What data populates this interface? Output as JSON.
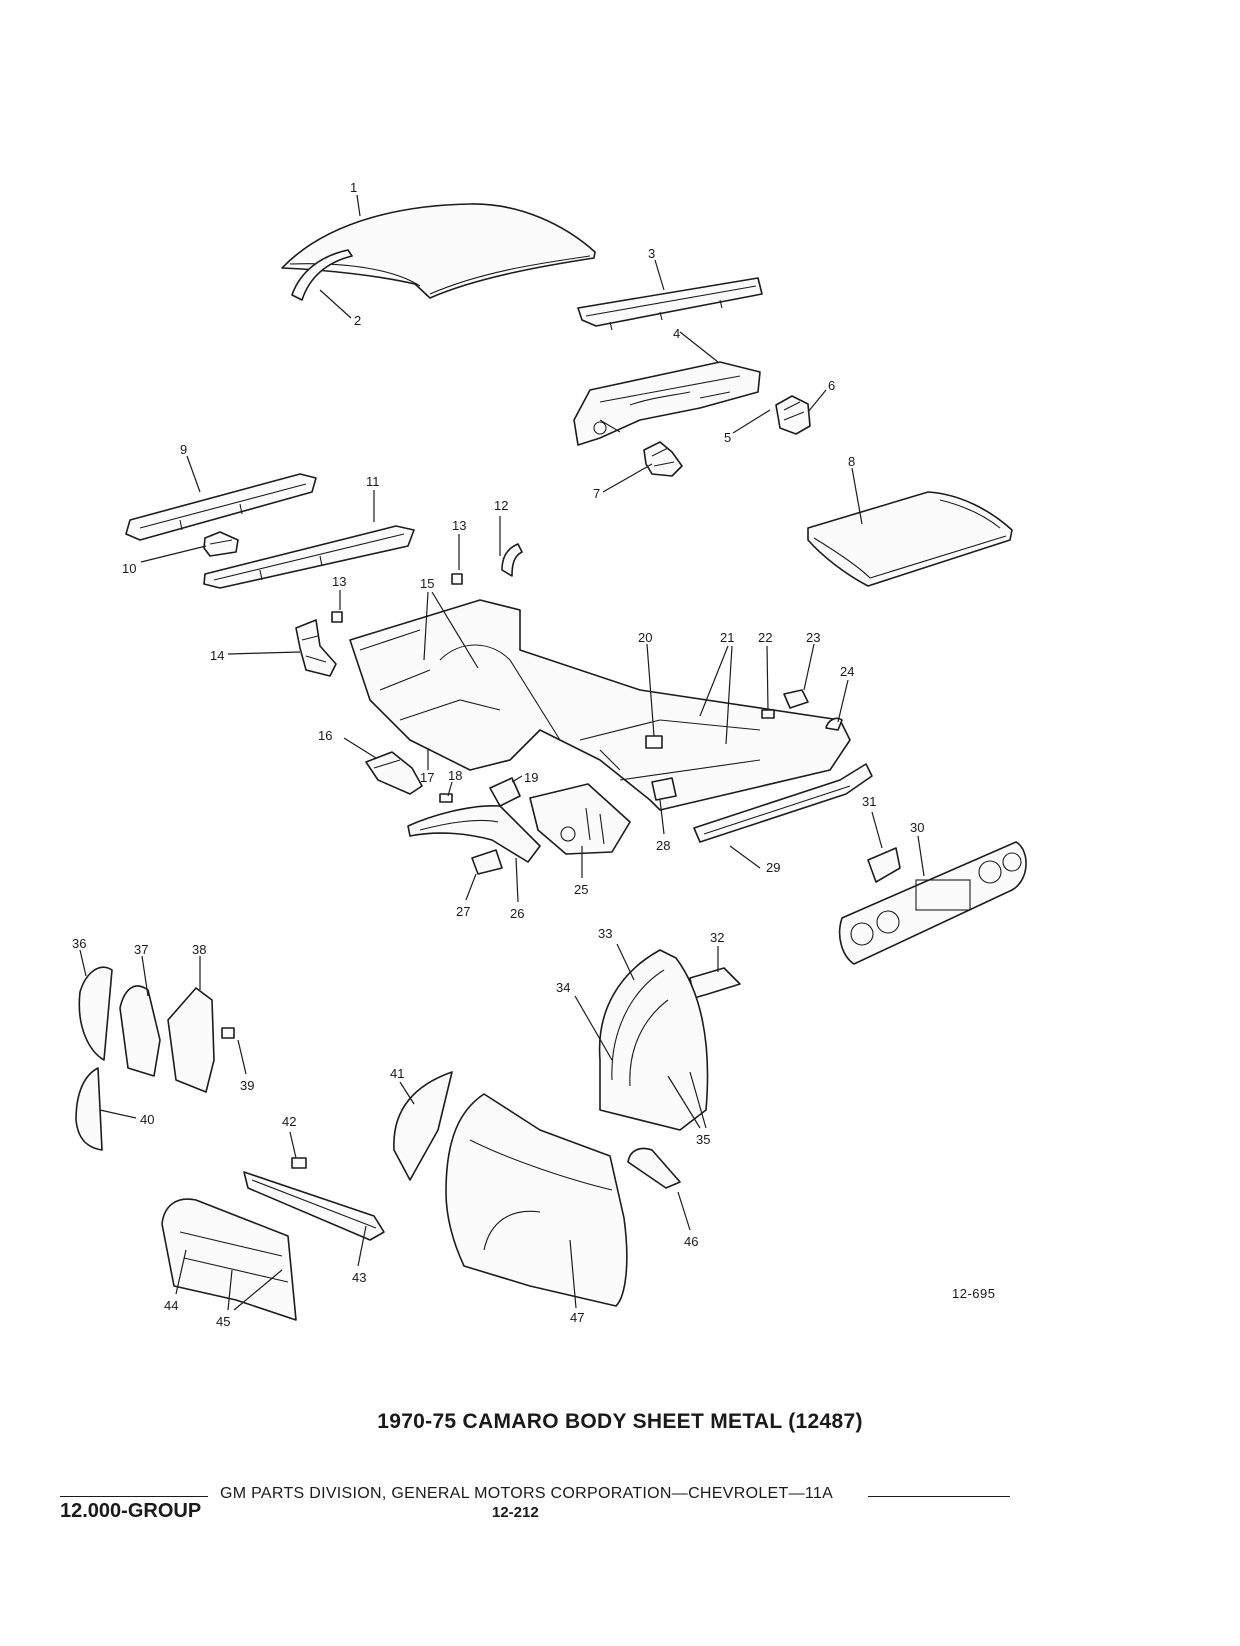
{
  "callouts": [
    {
      "n": "1"
    },
    {
      "n": "2"
    },
    {
      "n": "3"
    },
    {
      "n": "4"
    },
    {
      "n": "5"
    },
    {
      "n": "6"
    },
    {
      "n": "7"
    },
    {
      "n": "8"
    },
    {
      "n": "9"
    },
    {
      "n": "10"
    },
    {
      "n": "11"
    },
    {
      "n": "12"
    },
    {
      "n": "13"
    },
    {
      "n": "13"
    },
    {
      "n": "14"
    },
    {
      "n": "15"
    },
    {
      "n": "16"
    },
    {
      "n": "17"
    },
    {
      "n": "18"
    },
    {
      "n": "19"
    },
    {
      "n": "20"
    },
    {
      "n": "21"
    },
    {
      "n": "22"
    },
    {
      "n": "23"
    },
    {
      "n": "24"
    },
    {
      "n": "25"
    },
    {
      "n": "26"
    },
    {
      "n": "27"
    },
    {
      "n": "28"
    },
    {
      "n": "29"
    },
    {
      "n": "30"
    },
    {
      "n": "31"
    },
    {
      "n": "32"
    },
    {
      "n": "33"
    },
    {
      "n": "34"
    },
    {
      "n": "35"
    },
    {
      "n": "36"
    },
    {
      "n": "37"
    },
    {
      "n": "38"
    },
    {
      "n": "39"
    },
    {
      "n": "40"
    },
    {
      "n": "41"
    },
    {
      "n": "42"
    },
    {
      "n": "43"
    },
    {
      "n": "44"
    },
    {
      "n": "45"
    },
    {
      "n": "46"
    },
    {
      "n": "47"
    }
  ],
  "figure_code": "12-695",
  "title": "1970-75 CAMARO BODY SHEET METAL (12487)",
  "footer": {
    "division": "GM PARTS DIVISION, GENERAL MOTORS CORPORATION—CHEVROLET—11A",
    "group": "12.000-GROUP",
    "page": "12-212"
  }
}
